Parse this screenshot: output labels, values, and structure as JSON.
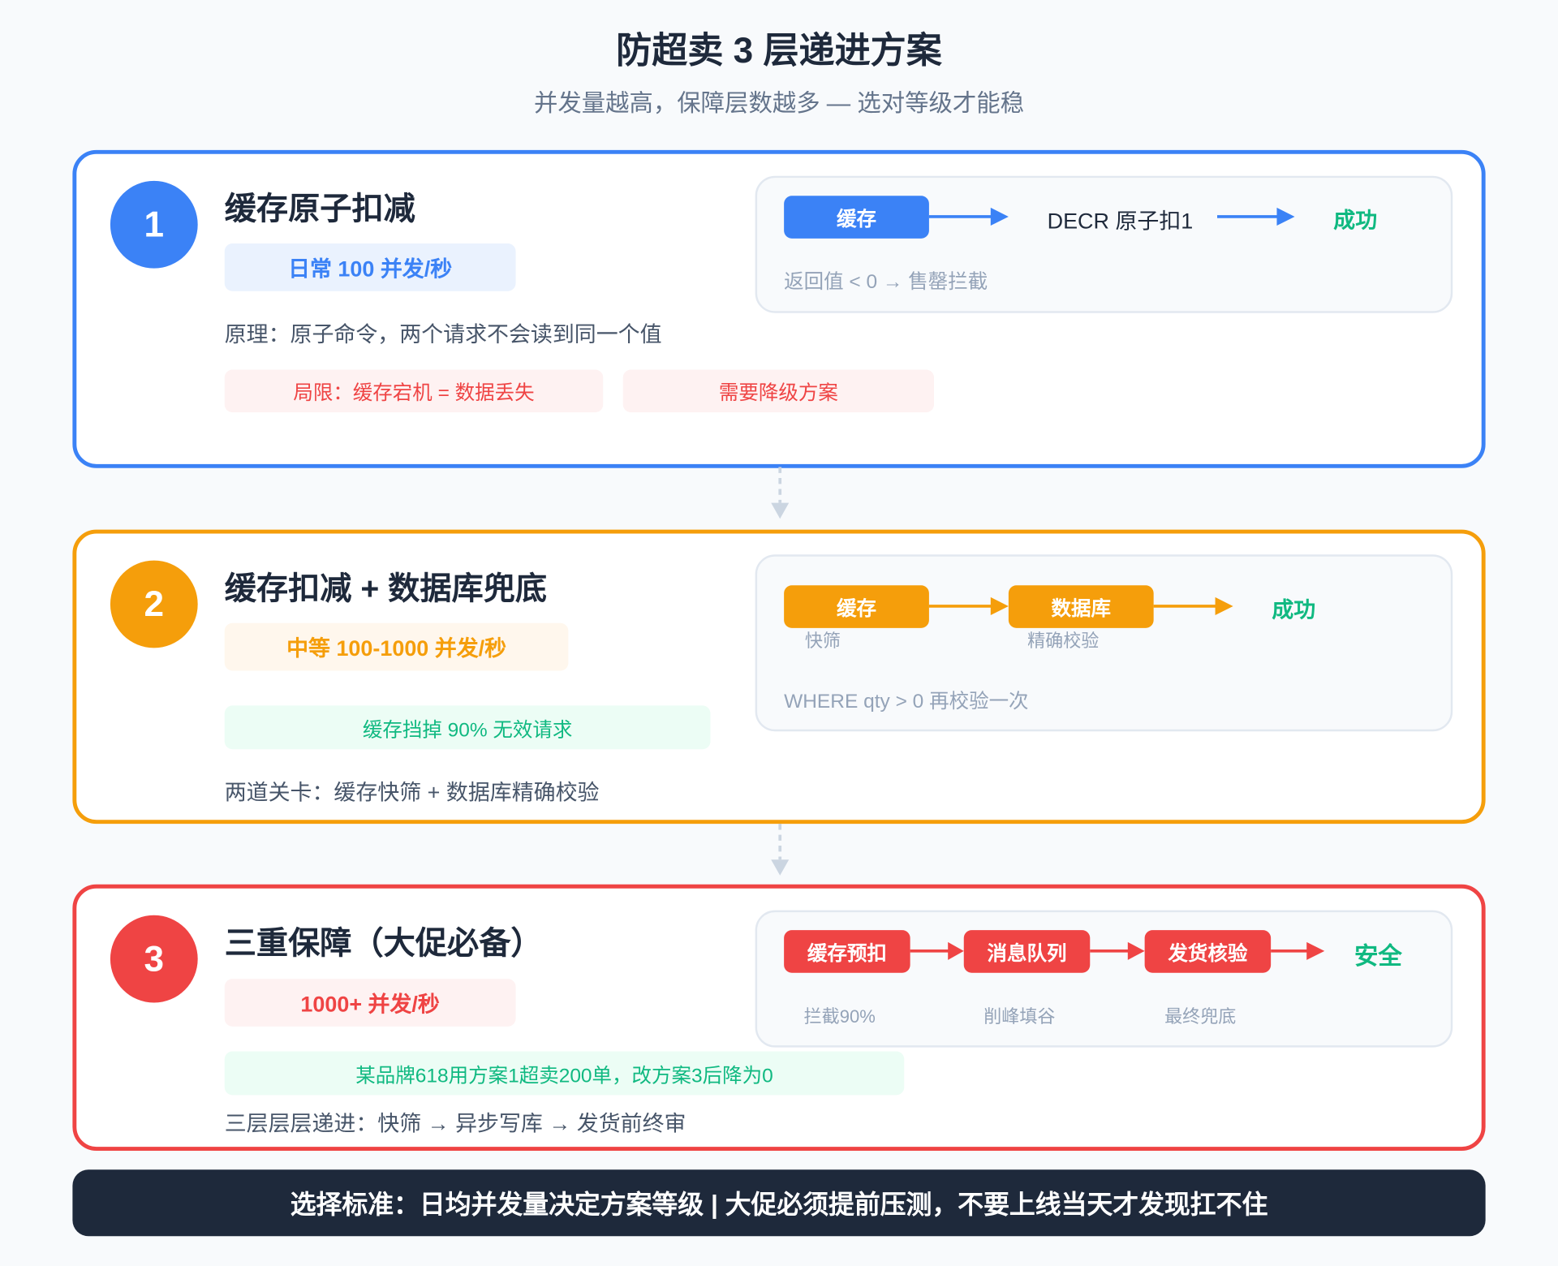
{
  "title": "防超卖 3 层递进方案",
  "subtitle": "并发量越高，保障层数越多 — 选对等级才能稳",
  "colors": {
    "blue": "#3b82f6",
    "orange": "#f59e0b",
    "red": "#ef4444",
    "green": "#10b981",
    "dark": "#1e293b"
  },
  "levels": [
    {
      "number": "1",
      "title": "缓存原子扣减",
      "badge": "日常 100 并发/秒",
      "principle": "原理：原子命令，两个请求不会读到同一个值",
      "tags": [
        "局限：缓存宕机 = 数据丢失",
        "需要降级方案"
      ],
      "flow": {
        "step1": "缓存",
        "step2": "DECR 原子扣1",
        "result": "成功",
        "note": "返回值 < 0 → 售罄拦截"
      }
    },
    {
      "number": "2",
      "title": "缓存扣减 + 数据库兜底",
      "badge": "中等 100-1000 并发/秒",
      "highlight": "缓存挡掉 90% 无效请求",
      "desc": "两道关卡：缓存快筛 + 数据库精确校验",
      "flow": {
        "steps": [
          {
            "label": "缓存",
            "sub": "快筛"
          },
          {
            "label": "数据库",
            "sub": "精确校验"
          }
        ],
        "result": "成功",
        "note": "WHERE qty > 0 再校验一次"
      }
    },
    {
      "number": "3",
      "title": "三重保障（大促必备）",
      "badge": "1000+ 并发/秒",
      "highlight": "某品牌618用方案1超卖200单，改方案3后降为0",
      "desc": "三层层层递进：快筛 → 异步写库 → 发货前终审",
      "flow": {
        "steps": [
          {
            "label": "缓存预扣",
            "sub": "拦截90%"
          },
          {
            "label": "消息队列",
            "sub": "削峰填谷"
          },
          {
            "label": "发货核验",
            "sub": "最终兜底"
          }
        ],
        "result": "安全"
      }
    }
  ],
  "footer": "选择标准：日均并发量决定方案等级 | 大促必须提前压测，不要上线当天才发现扛不住"
}
